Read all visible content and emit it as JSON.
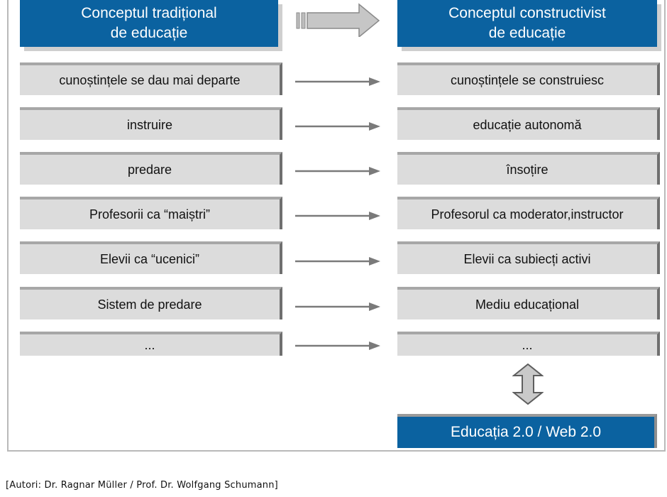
{
  "header_left": {
    "line1": "Conceptul tradițional",
    "line2": "de educație"
  },
  "header_right": {
    "line1": "Conceptul constructivist",
    "line2": "de educație"
  },
  "rows": [
    {
      "left": "cunoștințele se dau mai departe",
      "right": "cunoștințele se construiesc"
    },
    {
      "left": "instruire",
      "right": "educație autonomă"
    },
    {
      "left": "predare",
      "right": "însoțire"
    },
    {
      "left": "Profesorii ca “maiștri”",
      "right": "Profesorul ca moderator,instructor"
    },
    {
      "left": "Elevii ca “ucenici”",
      "right": "Elevii ca subiecți activi"
    },
    {
      "left": "Sistem de predare",
      "right": "Mediu educațional"
    },
    {
      "left": "...",
      "right": "..."
    }
  ],
  "result_box": "Educația 2.0 / Web 2.0",
  "caption": "[Autori: Dr. Ragnar Müller / Prof. Dr. Wolfgang Schumann]",
  "colors": {
    "header_blue": "#0b62a0",
    "box_gray": "#dcdcdc",
    "arrow_gray": "#7a7a7a"
  }
}
